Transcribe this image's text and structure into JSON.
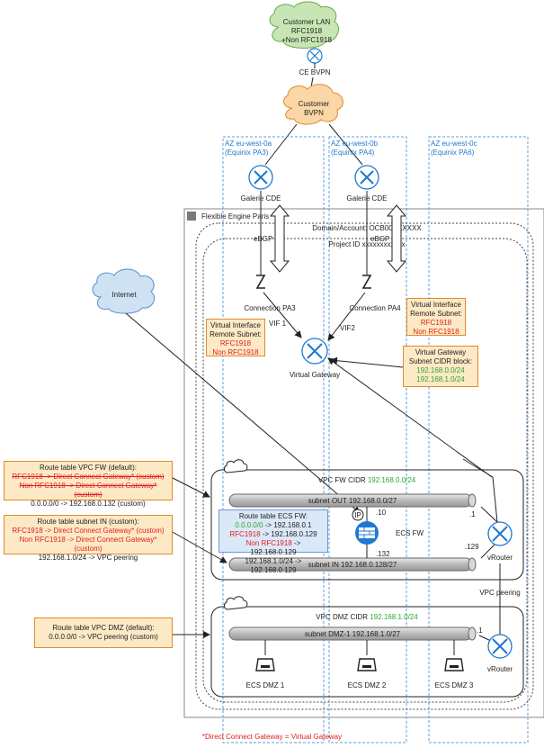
{
  "customer_lan": {
    "line1": "Customer LAN",
    "line2": "RFC1918",
    "line3": "+Non RFC1918"
  },
  "ce_bvpn": "CE BVPN",
  "customer_bvpn": {
    "line1": "Customer",
    "line2": "BVPN"
  },
  "az": [
    {
      "name": "AZ eu-west-0a",
      "site": "(Equinix PA3)"
    },
    {
      "name": "AZ eu-west-0b",
      "site": "(Equinix PA4)"
    },
    {
      "name": "AZ eu-west-0c",
      "site": "(Equinix PA6)"
    }
  ],
  "galerie_cde": "Galerie CDE",
  "flexible_engine": "Flexible Engine Paris",
  "domain_account": "Domain/Account: OCB00XXXXXX",
  "project_id": "Project ID xxxxxxxxxxxx",
  "ebgp": "eBGP",
  "internet": "Internet",
  "connections": [
    "Connection PA3",
    "Connection PA4"
  ],
  "vifs": [
    "VIF 1",
    "VIF2"
  ],
  "virtual_interface_left": {
    "line1": "Virtual Interface",
    "line2": "Remote Subnet:",
    "rfc": "RFC1918",
    "nonrfc": "Non RFC1918"
  },
  "virtual_interface_right": {
    "line1": "Virtual Interface",
    "line2": "Remote Subnet:",
    "rfc": "RFC1918",
    "nonrfc": "Non RFC1918"
  },
  "virtual_gateway": "Virtual Gateway",
  "vgw_subnets": {
    "line1": "Virtual Gateway",
    "line2": "Subnet CIDR block:",
    "cidr1": "192.168.0.0/24",
    "cidr2": "192.168.1.0/24"
  },
  "rt_vpc_fw": {
    "title": "Route table VPC FW (default):",
    "row1": "RFC1918 -> Direct Connect Gateway* (custom)",
    "row2": "Non RFC1918 -> Direct Connect Gateway* (custom)",
    "row3": "0.0.0.0/0 -> 192.168.0.132 (custom)"
  },
  "rt_subnet_in": {
    "title": "Route table subnet IN (custom):",
    "row1": "RFC1918 -> Direct Connect Gateway* (custom)",
    "row2": "Non RFC1918 -> Direct Connect Gateway* (custom)",
    "row3": "192.168.1.0/24 -> VPC peering"
  },
  "rt_vpc_dmz": {
    "title": "Route table VPC DMZ (default):",
    "row1": "0.0.0.0/0 -> VPC peering (custom)"
  },
  "vpc_fw": {
    "label": "VPC FW CIDR",
    "cidr": "192.168.0.0/24"
  },
  "subnet_out": "subnet OUT 192.168.0.0/27",
  "subnet_in": "subnet IN 192.168.0.128/27",
  "rt_ecs_fw": {
    "title": "Route table ECS FW:",
    "row1_prefix": "0.0.0.0/0",
    "row1_suffix": " -> 192.168.0.1",
    "row2_prefix": "RFC1918",
    "row2_suffix": " -> 192.168.0.129",
    "row3_prefix": "Non RFC1918",
    "row3_suffix": " -> 192.168.0.129",
    "row4": "192.168.1.0/24 -> 192.168.0.129"
  },
  "ip_badge": "IP",
  "ecs_fw": "ECS FW",
  "ips": {
    "dot10": ".10",
    "dot132": ".132",
    "dot1": ".1",
    "dot129": ".129",
    "dmz_dot1": ".1"
  },
  "vrouter": "vRouter",
  "vpc_peering": "VPC peering",
  "vpc_dmz": {
    "label": "VPC DMZ CIDR",
    "cidr": "192.168.1.0/24"
  },
  "subnet_dmz": "subnet DMZ-1 192.168.1.0/27",
  "ecs_dmz": [
    "ECS DMZ 1",
    "ECS DMZ 2",
    "ECS DMZ 3"
  ],
  "footnote": "*Direct Connect Gateway = Virtual Gateway",
  "colors": {
    "orange_fill": "#fde9c6",
    "orange_border": "#e08a2a",
    "blue_az": "#1f78d1",
    "red": "#e02020",
    "green": "#2ea82e",
    "router_blue": "#1f78d1",
    "cloud_green": "#c8e6b4",
    "cloud_orange": "#fbd6a6",
    "cloud_blue": "#cfe2f3"
  }
}
